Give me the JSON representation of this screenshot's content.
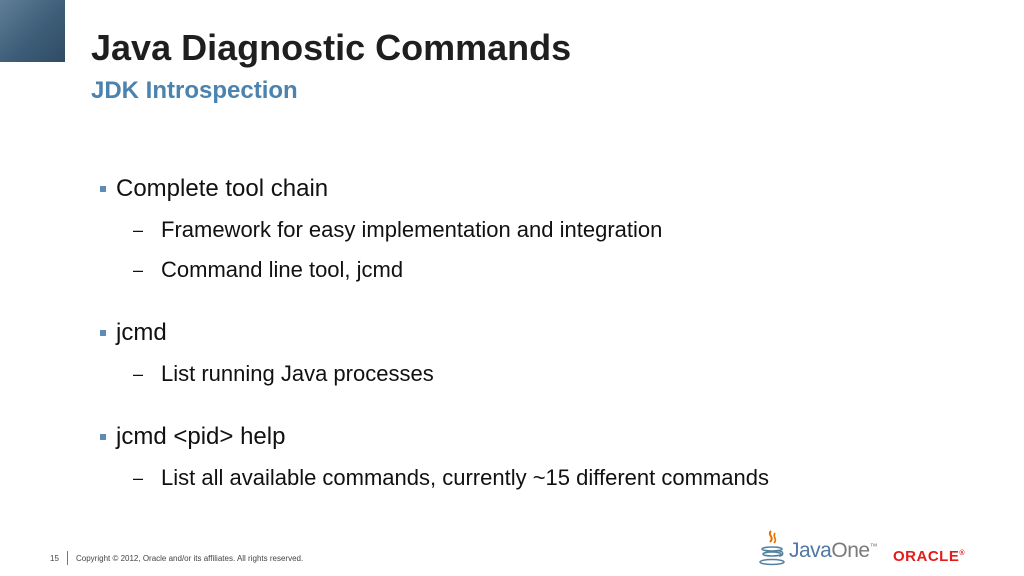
{
  "slide": {
    "title": "Java Diagnostic Commands",
    "subtitle": "JDK Introspection",
    "accent_color": "#4a82b0",
    "corner_color": "#3d5d78"
  },
  "bullets": [
    {
      "text": "Complete tool chain",
      "sub": [
        {
          "text": "Framework for easy implementation and integration"
        },
        {
          "text": "Command line tool, jcmd"
        }
      ]
    },
    {
      "text": "jcmd",
      "sub": [
        {
          "text": "List running Java processes"
        }
      ]
    },
    {
      "text": "jcmd <pid> help",
      "sub": [
        {
          "text": "List all available commands, currently ~15 different commands"
        }
      ]
    }
  ],
  "footer": {
    "page_number": "15",
    "copyright": "Copyright © 2012, Oracle and/or its affiliates. All rights reserved.",
    "javaone_logo": {
      "icon": "java-cup-icon",
      "text_a": "Java",
      "text_b": "One",
      "tm": "™"
    },
    "oracle_logo": {
      "text": "ORACLE",
      "mark": "®",
      "color": "#e41b1b"
    }
  }
}
